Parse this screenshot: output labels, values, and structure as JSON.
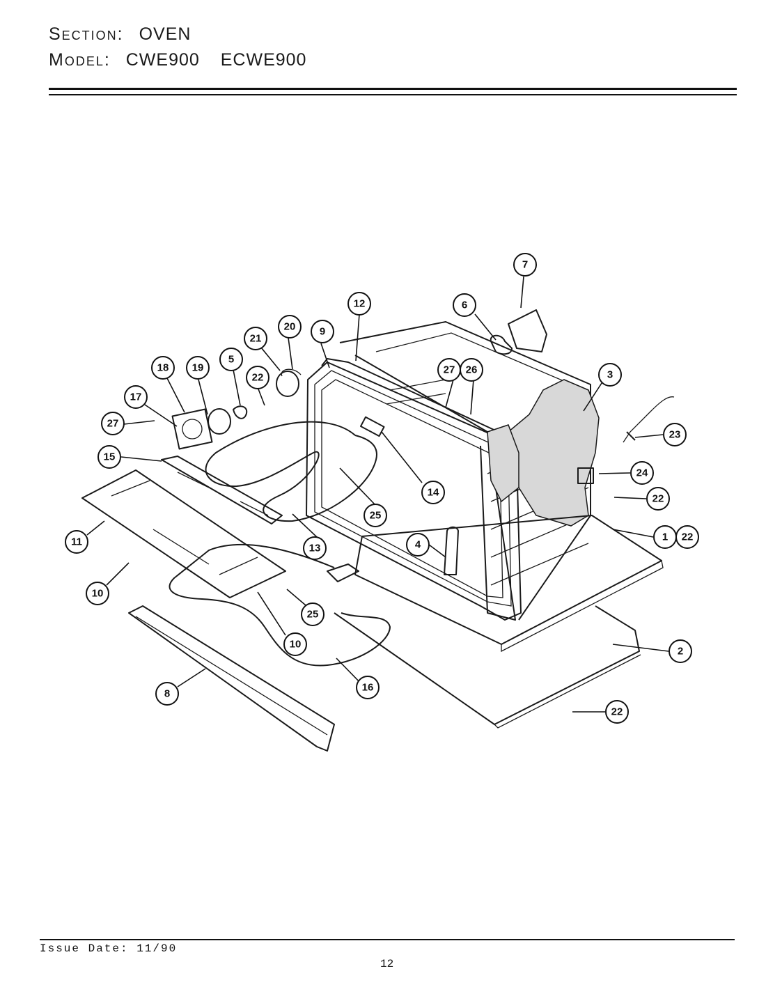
{
  "header": {
    "section_label": "Section:",
    "section_value": "OVEN",
    "model_label": "Model:",
    "model_values": [
      "CWE900",
      "ECWE900"
    ]
  },
  "footer": {
    "issue_date": "Issue Date: 11/90",
    "page_number": "12"
  },
  "callouts": [
    "1",
    "22",
    "2",
    "22",
    "3",
    "4",
    "5",
    "6",
    "7",
    "8",
    "9",
    "10",
    "10",
    "11",
    "12",
    "13",
    "14",
    "15",
    "16",
    "17",
    "18",
    "19",
    "20",
    "21",
    "22",
    "22",
    "23",
    "24",
    "25",
    "25",
    "26",
    "27",
    "27"
  ]
}
